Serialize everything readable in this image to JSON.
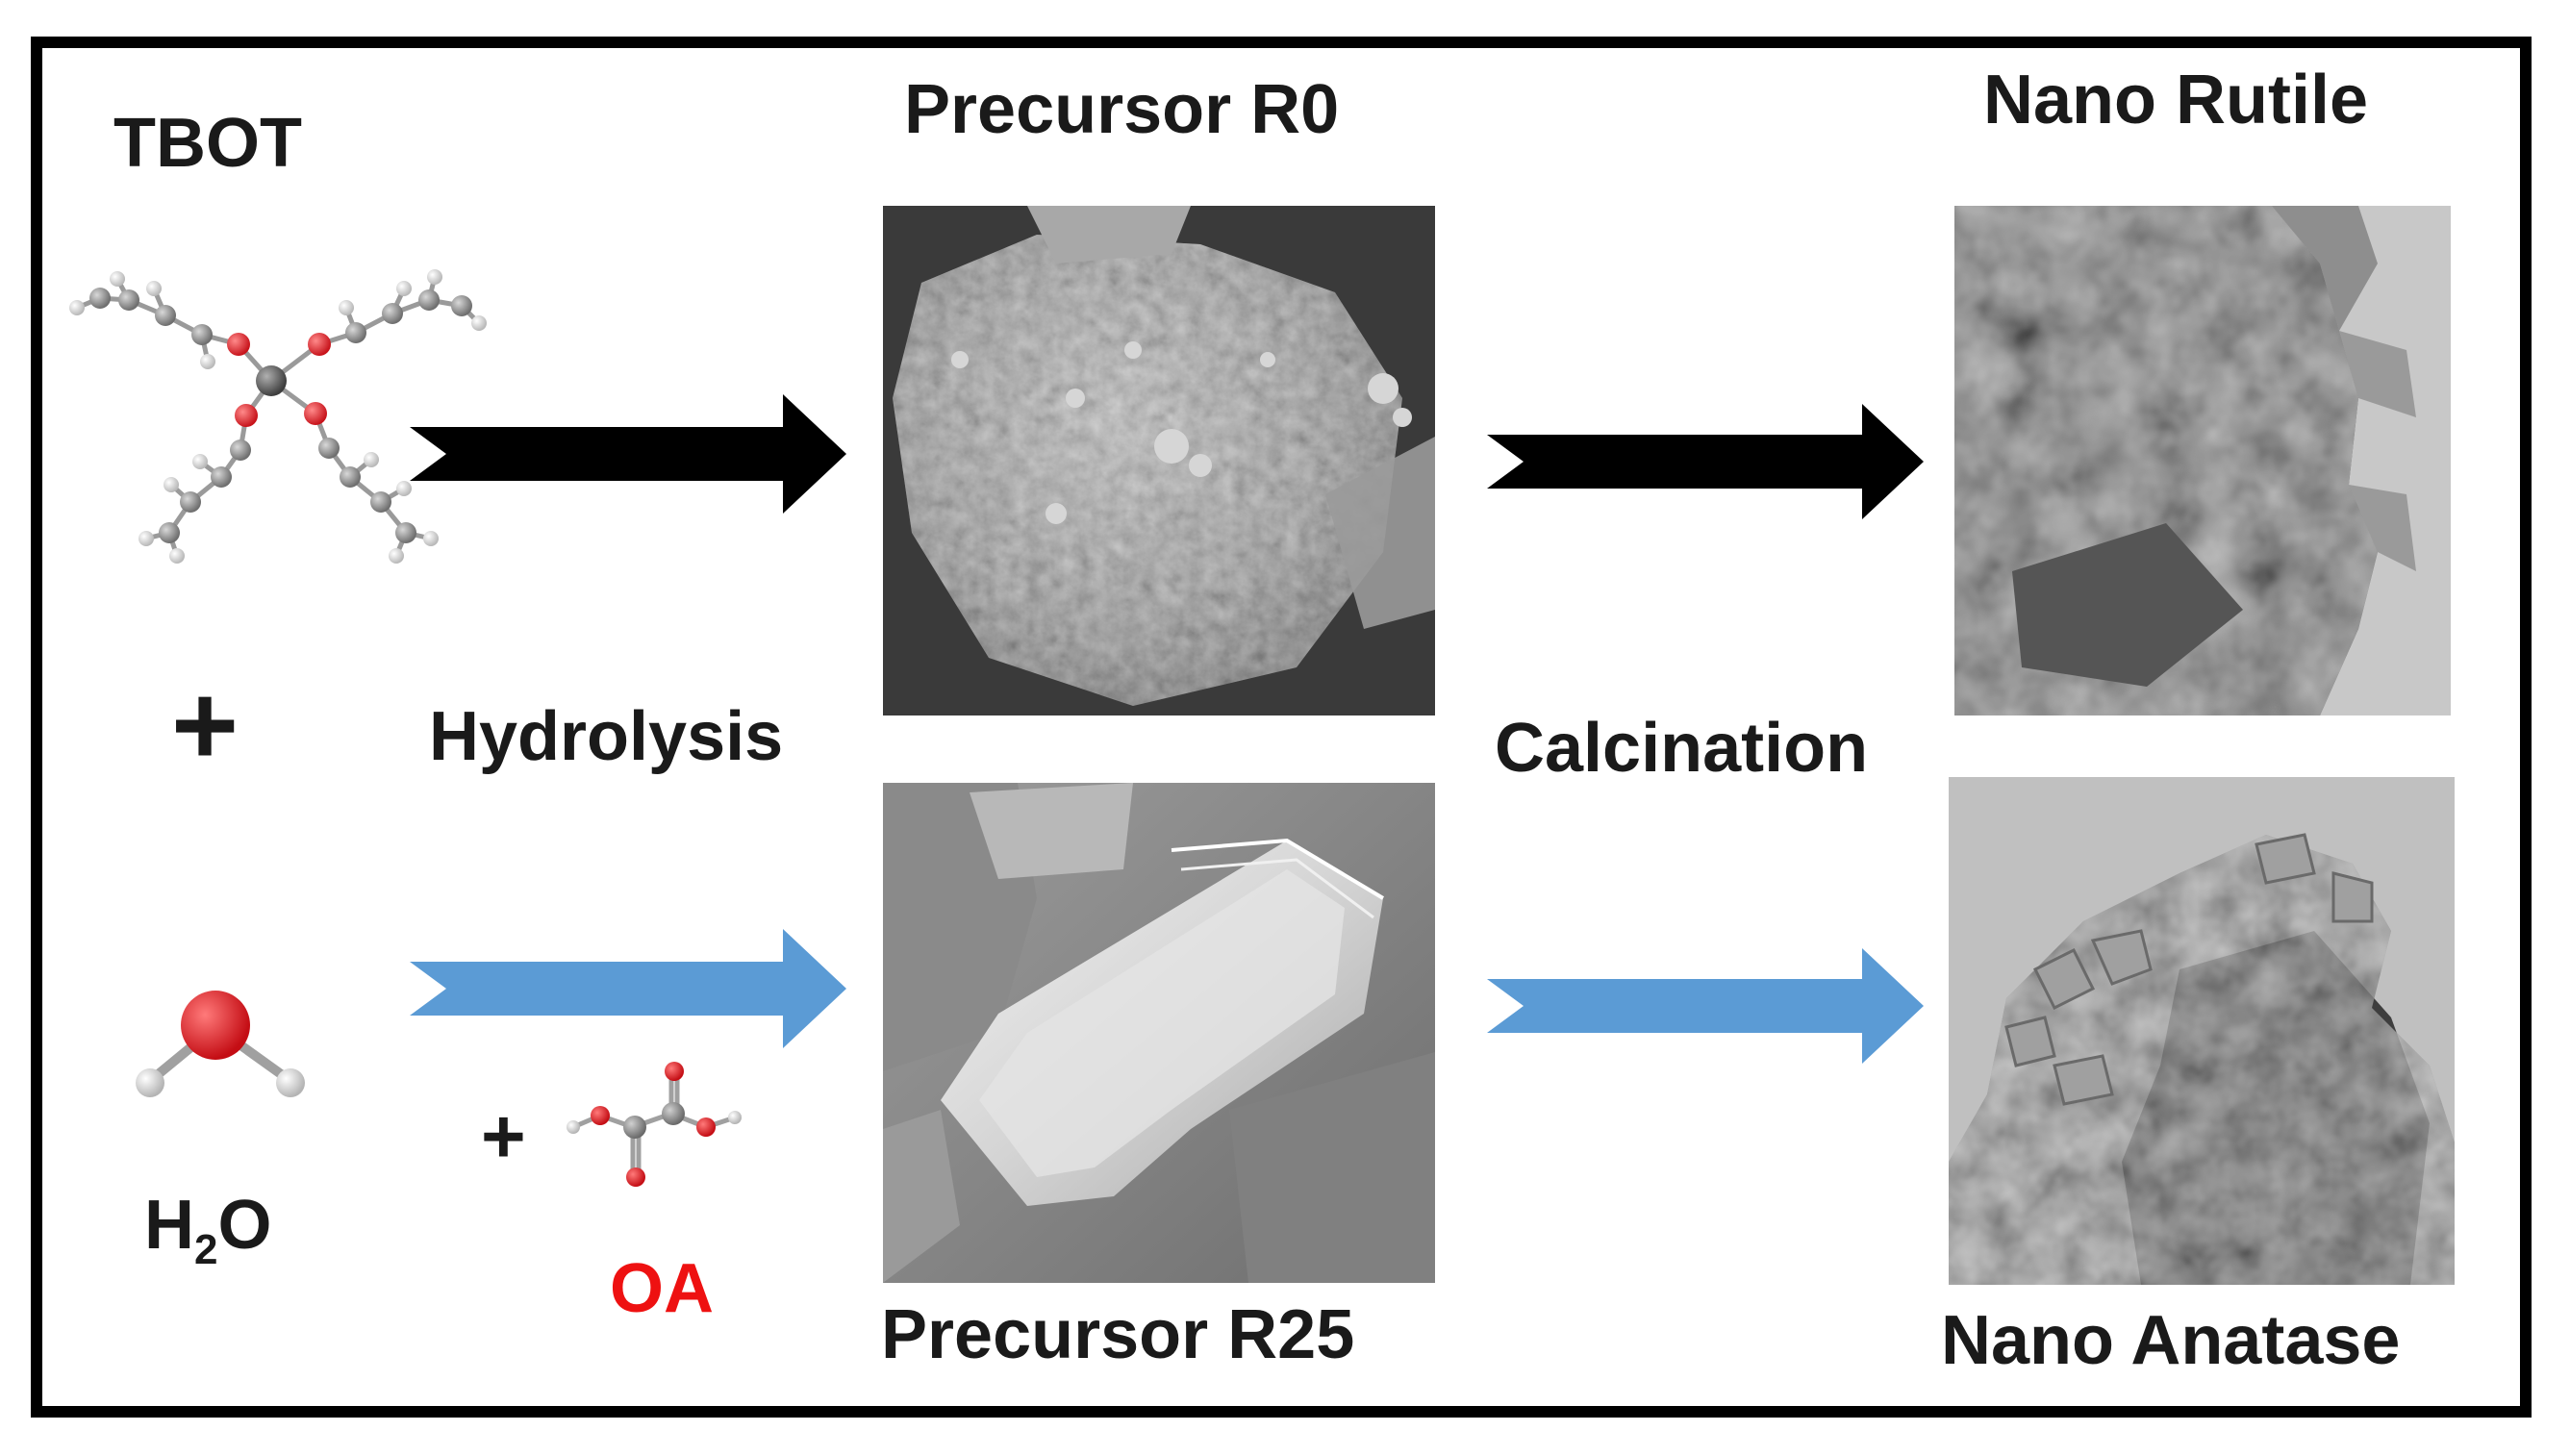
{
  "labels": {
    "tbot": "TBOT",
    "precursor_r0": "Precursor R0",
    "nano_rutile": "Nano Rutile",
    "hydrolysis": "Hydrolysis",
    "calcination": "Calcination",
    "h2o_h": "H",
    "h2o_sub": "2",
    "h2o_o": "O",
    "oa": "OA",
    "precursor_r25": "Precursor R25",
    "nano_anatase": "Nano Anatase",
    "plus": "+"
  },
  "colors": {
    "black_arrow": "#000000",
    "blue_arrow": "#5b9bd5",
    "oa_text": "#ee1111",
    "oxygen_atom": "#e8262b",
    "carbon_atom": "#7a7a7a",
    "hydrogen_atom": "#e0e0e0",
    "titanium_atom": "#5e5e5e"
  },
  "icons": {
    "tbot_molecule": "tbot-molecule-icon",
    "water_molecule": "water-molecule-icon",
    "oxalic_acid_molecule": "oxalic-acid-molecule-icon"
  }
}
